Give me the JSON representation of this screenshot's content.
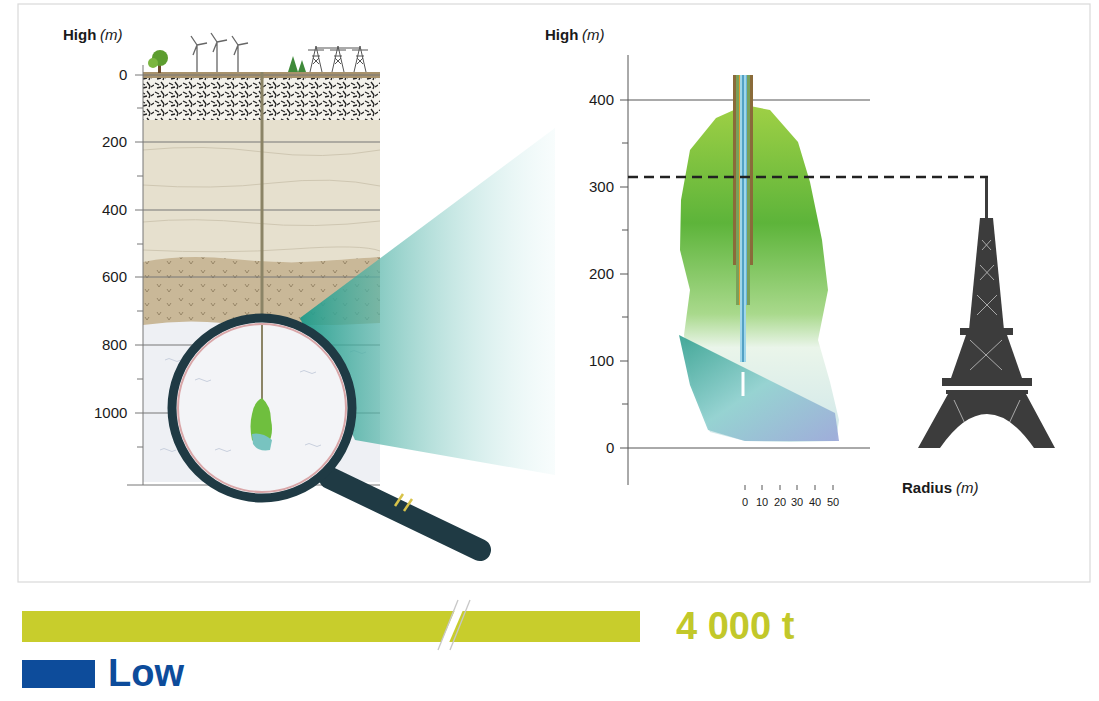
{
  "diagram": {
    "labels": [
      "High",
      "(m)",
      "0",
      "200",
      "400",
      "600",
      "800",
      "1000",
      "High",
      "(m)",
      "400",
      "300",
      "200",
      "100",
      "0",
      "0",
      "10",
      "20",
      "30",
      "40",
      "50",
      "Radius",
      "(m)",
      "4 000 t"
    ],
    "legend": [
      {
        "text": "Low",
        "color": "#0d4c9b"
      }
    ]
  }
}
